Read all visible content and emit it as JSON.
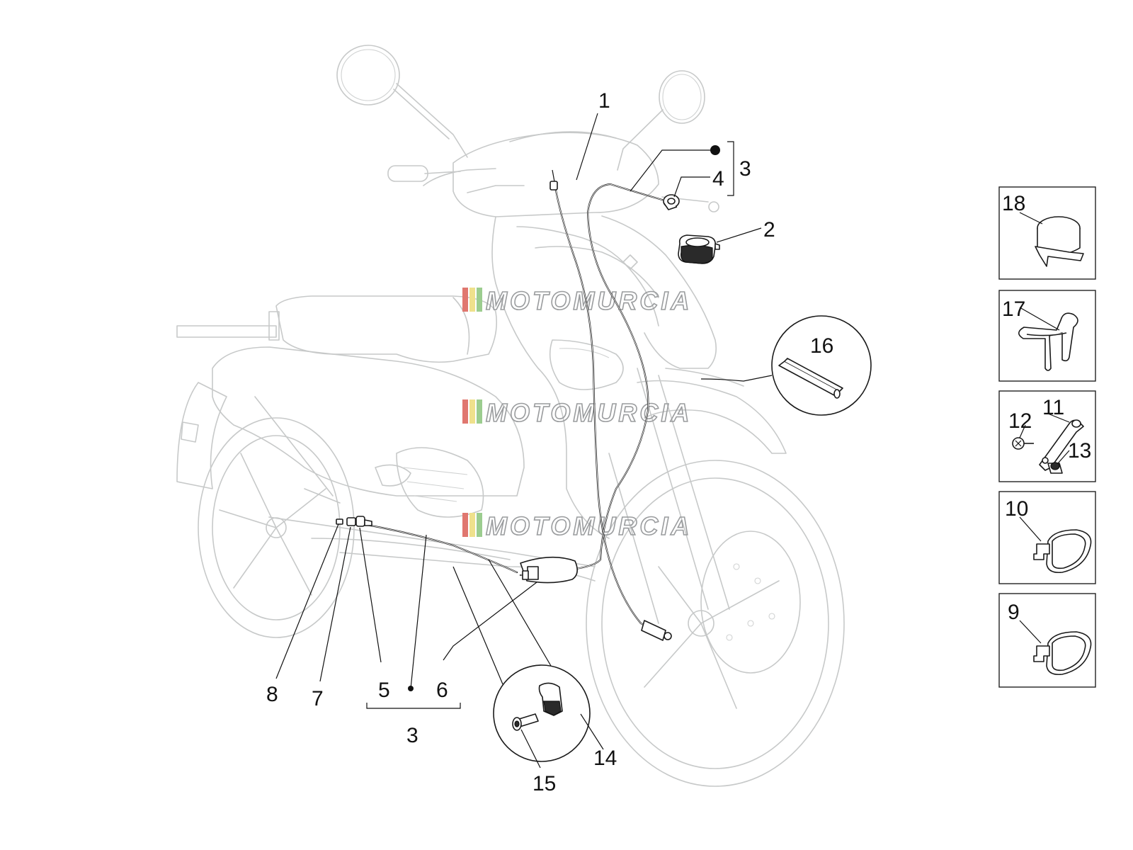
{
  "watermark": "MOTOMURCIA",
  "watermark_colors": {
    "red": "#e0776f",
    "yellow": "#efe18c",
    "green": "#9ccd8f",
    "outline": "#9a9c9e"
  },
  "callouts": {
    "c1": "1",
    "c2": "2",
    "c3_top": "3",
    "c4": "4",
    "c5": "5",
    "c6": "6",
    "c7": "7",
    "c8": "8",
    "c3_bottom": "3",
    "c14": "14",
    "c15": "15",
    "c16": "16",
    "c18": "18",
    "c17": "17",
    "c11": "11",
    "c12": "12",
    "c13": "13",
    "c10": "10",
    "c9": "9"
  },
  "icons": [
    "scooter-outline",
    "speedometer-cable",
    "throttle-cable",
    "cable-clip",
    "cable-grommet",
    "screw",
    "nut",
    "bracket",
    "cable-tie"
  ]
}
